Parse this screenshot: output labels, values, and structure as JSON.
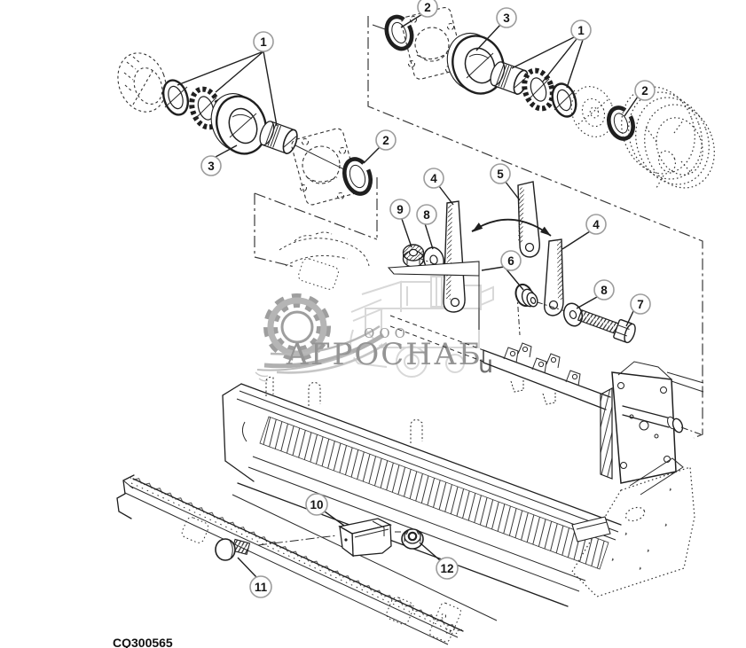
{
  "document": {
    "type": "exploded-parts-diagram",
    "drawing_number": "CQ300565"
  },
  "watermark": {
    "company_prefix": "ООО",
    "company_name": "АГРОСНАБ",
    "extra_letter": "u",
    "text_color": "#949494",
    "silhouette_color": "#d8d8d8",
    "gear_color": "#9e9e9e"
  },
  "colors": {
    "line": "#1f1f1f",
    "callout_ring": "#9c9c9c",
    "background": "#ffffff"
  },
  "callouts": {
    "items": [
      {
        "label": "1"
      },
      {
        "label": "2"
      },
      {
        "label": "3"
      },
      {
        "label": "1"
      },
      {
        "label": "2"
      },
      {
        "label": "2"
      },
      {
        "label": "3"
      },
      {
        "label": "4"
      },
      {
        "label": "5"
      },
      {
        "label": "9"
      },
      {
        "label": "8"
      },
      {
        "label": "4"
      },
      {
        "label": "6"
      },
      {
        "label": "8"
      },
      {
        "label": "7"
      },
      {
        "label": "10"
      },
      {
        "label": "11"
      },
      {
        "label": "12"
      }
    ]
  }
}
